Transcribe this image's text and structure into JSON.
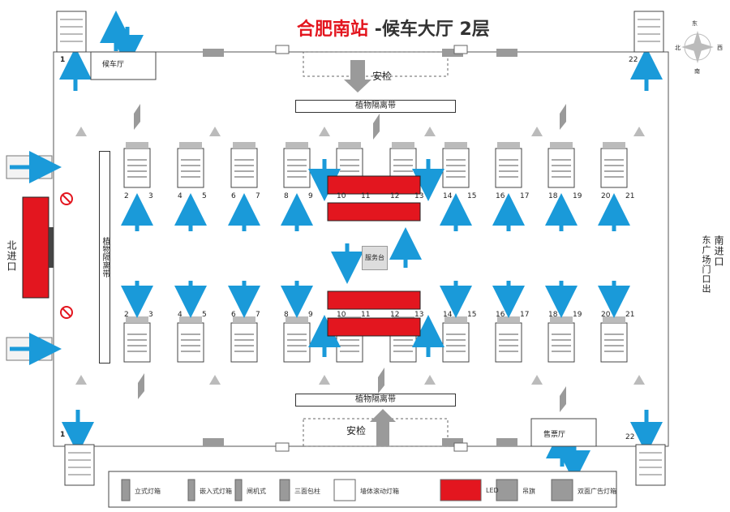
{
  "title": {
    "station": "合肥南站",
    "hall": "-候车大厅 2层"
  },
  "labels": {
    "security_top": "安检",
    "security_bottom": "安检",
    "plant_belt_top": "植物隔离带",
    "plant_belt_bottom": "植物隔离带",
    "plant_belt_left": "植物隔离带",
    "info_desk": "服务台",
    "west_exit": "北进口",
    "east_exit": "南进口",
    "east_exit_detail": "东广场门口出",
    "waiting_room_top": "候车厅",
    "waiting_room_bottom": "售票厅",
    "corner_top_left": "1",
    "corner_top_right": "22",
    "corner_bottom_left": "1",
    "corner_bottom_right": "22",
    "compass_n": "东",
    "compass_s": "南",
    "compass_w": "北",
    "compass_e": "西"
  },
  "gates_top": [
    "2",
    "3",
    "4",
    "5",
    "6",
    "7",
    "8",
    "9",
    "10",
    "11",
    "12",
    "13",
    "14",
    "15",
    "16",
    "17",
    "18",
    "19",
    "20",
    "21"
  ],
  "gates_bottom": [
    "2",
    "3",
    "4",
    "5",
    "6",
    "7",
    "8",
    "9",
    "10",
    "11",
    "12",
    "13",
    "14",
    "15",
    "16",
    "17",
    "18",
    "19",
    "20",
    "21"
  ],
  "legend": [
    {
      "label": "立式灯箱",
      "icon": "standing-lightbox-icon"
    },
    {
      "label": "嵌入式灯箱",
      "icon": "embedded-lightbox-icon"
    },
    {
      "label": "闸机式",
      "icon": "gate-icon"
    },
    {
      "label": "三面包柱",
      "icon": "pillar-wrap-icon"
    },
    {
      "label": "墙体滚动灯箱",
      "icon": "scrolling-lightbox-icon"
    },
    {
      "label": "LED",
      "icon": "led-screen-icon"
    },
    {
      "label": "吊旗",
      "icon": "hanging-flag-icon"
    },
    {
      "label": "双面广告灯箱",
      "icon": "double-sided-lightbox-icon"
    }
  ],
  "colors": {
    "arrow": "#1a9ad9",
    "led": "#e3161f",
    "grey": "#9a9a9a",
    "title_red": "#e3161f"
  }
}
